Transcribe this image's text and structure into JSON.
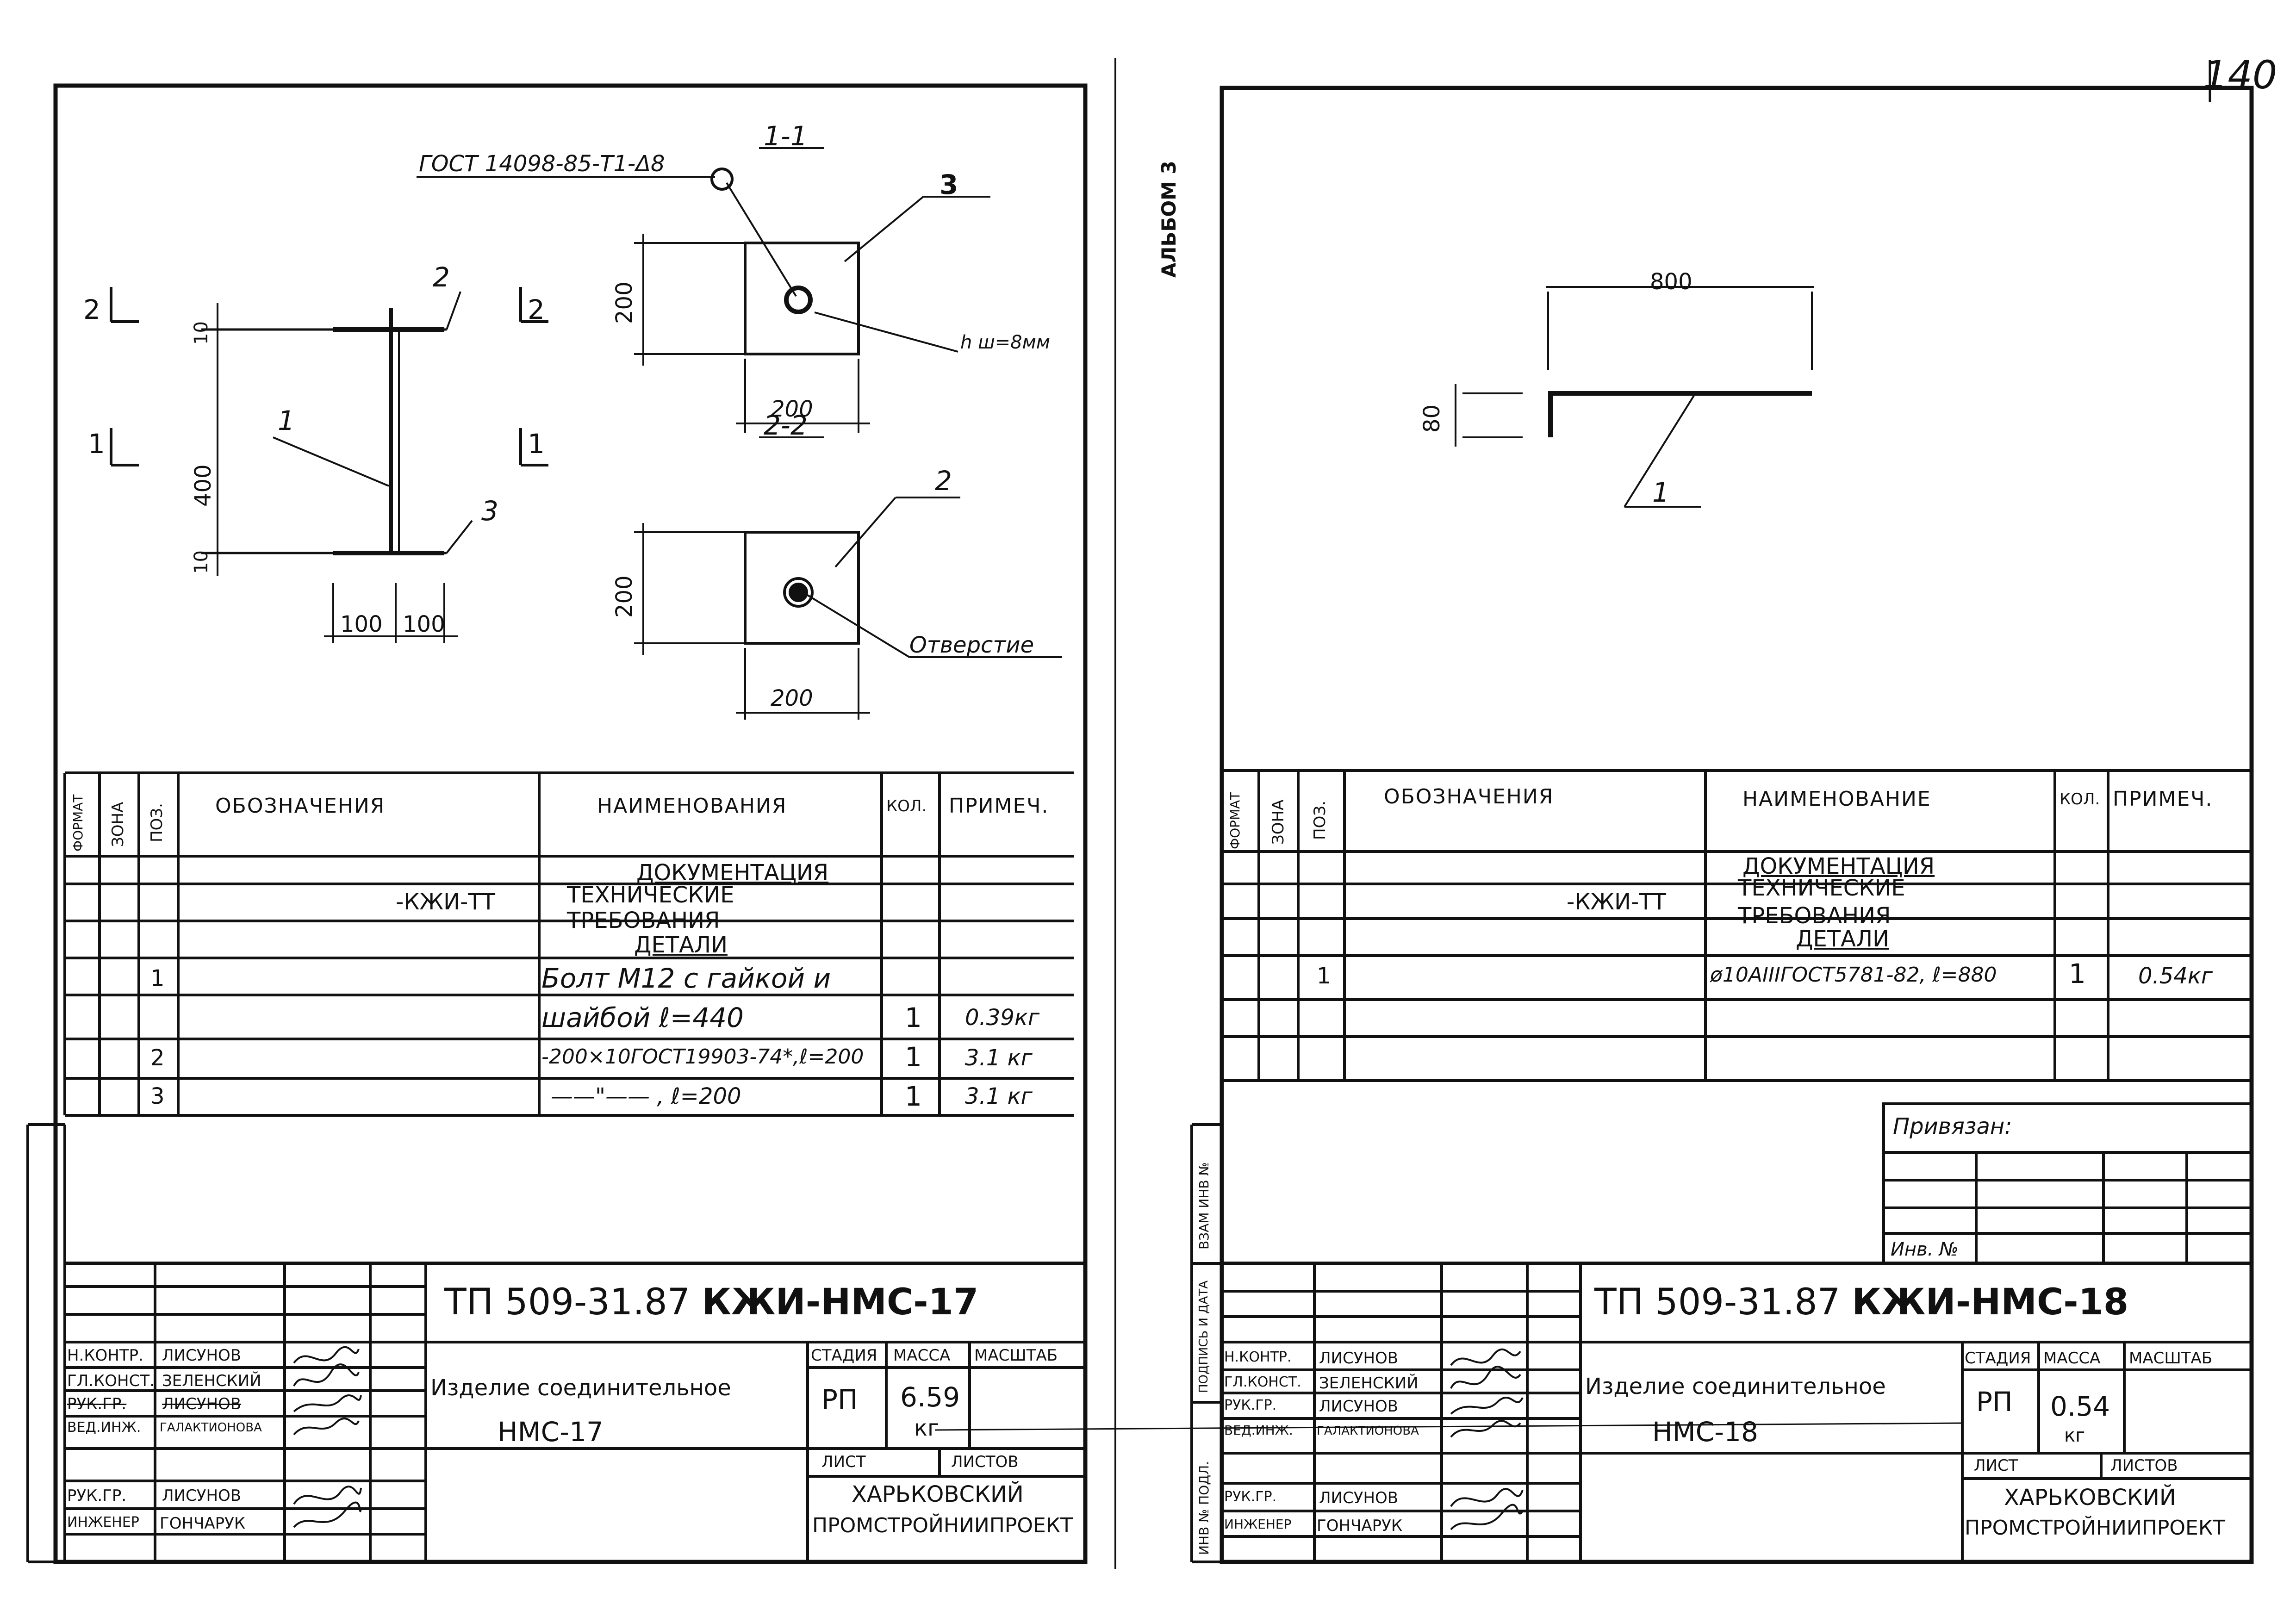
{
  "page_number": "140",
  "album_label": "АЛЬБОМ 3",
  "side_stamp": {
    "vzam": "ВЗАМ ИНВ №",
    "podpis": "ПОДПИСЬ И ДАТА",
    "inv": "ИНВ № ПОДЛ."
  },
  "left_sheet": {
    "drawing": {
      "gost_callout": "ГОСТ 14098-85-Т1-Δ8",
      "section_11": "1-1",
      "section_22": "2-2",
      "weld_note": "h ш=8мм",
      "hole_note": "Отверстие",
      "dims": {
        "plate_h1": "200",
        "plate_w1": "200",
        "plate_h2": "200",
        "plate_w2": "200",
        "height": "400",
        "top_t": "10",
        "bot_t": "10",
        "half1": "100",
        "half2": "100"
      },
      "pos_marks": {
        "p1": "1",
        "p2": "2",
        "p3": "3",
        "p2b": "2",
        "p3b": "3"
      },
      "cut_marks": {
        "c2l": "2",
        "c2r": "2",
        "c1l": "1",
        "c1r": "1"
      }
    },
    "spec": {
      "headers": {
        "format": "ФОРМАТ",
        "zone": "ЗОНА",
        "pos": "ПОЗ.",
        "designation": "ОБОЗНАЧЕНИЯ",
        "name": "НАИМЕНОВАНИЯ",
        "qty": "КОЛ.",
        "note": "ПРИМЕЧ."
      },
      "rows": [
        {
          "pos": "",
          "designation": "",
          "name": "ДОКУМЕНТАЦИЯ",
          "qty": "",
          "note": ""
        },
        {
          "pos": "",
          "designation": "-КЖИ-ТТ",
          "name": "ТЕХНИЧЕСКИЕ",
          "qty": "",
          "note": ""
        },
        {
          "pos": "",
          "designation": "",
          "name": "ТРЕБОВАНИЯ",
          "qty": "",
          "note": ""
        },
        {
          "pos": "",
          "designation": "",
          "name": "ДЕТАЛИ",
          "qty": "",
          "note": ""
        },
        {
          "pos": "1",
          "designation": "",
          "name": "Болт М12 с гайкой и",
          "qty": "",
          "note": ""
        },
        {
          "pos": "",
          "designation": "",
          "name": "шайбой      ℓ=440",
          "qty": "1",
          "note": "0.39кг"
        },
        {
          "pos": "2",
          "designation": "",
          "name": "-200×10ГОСТ19903-74*,ℓ=200",
          "qty": "1",
          "note": "3.1 кг"
        },
        {
          "pos": "3",
          "designation": "",
          "name": "——\"——  , ℓ=200",
          "qty": "1",
          "note": "3.1 кг"
        }
      ]
    },
    "title_block": {
      "code": "ТП 509-31.87",
      "code_bold": "КЖИ-НМС-17",
      "roles": [
        "Н.КОНТР.",
        "ГЛ.КОНСТ.",
        "РУК.ГР.",
        "ВЕД.ИНЖ.",
        "РУК.ГР.",
        "ИНЖЕНЕР"
      ],
      "names": [
        "ЛИСУНОВ",
        "ЗЕЛЕНСКИЙ",
        "ЛИСУНОВ",
        "ГАЛАКТИОНОВА",
        "ЛИСУНОВ",
        "ГОНЧАРУК"
      ],
      "product_line1": "Изделие соединительное",
      "product_line2": "НМС-17",
      "stage_label": "СТАДИЯ",
      "mass_label": "МАССА",
      "scale_label": "МАСШТАБ",
      "stage": "РП",
      "mass": "6.59",
      "mass_unit": "кг",
      "sheet_label": "ЛИСТ",
      "sheets_label": "ЛИСТОВ",
      "org1": "ХАРЬКОВСКИЙ",
      "org2": "ПРОМСТРОЙНИИПРОЕКТ"
    }
  },
  "right_sheet": {
    "drawing": {
      "dim_len": "800",
      "dim_h": "80",
      "pos": "1"
    },
    "spec": {
      "headers": {
        "format": "ФОРМАТ",
        "zone": "ЗОНА",
        "pos": "ПОЗ.",
        "designation": "ОБОЗНАЧЕНИЯ",
        "name": "НАИМЕНОВАНИЕ",
        "qty": "КОЛ.",
        "note": "ПРИМЕЧ."
      },
      "rows": [
        {
          "pos": "",
          "designation": "",
          "name": "ДОКУМЕНТАЦИЯ",
          "qty": "",
          "note": ""
        },
        {
          "pos": "",
          "designation": "-КЖИ-ТТ",
          "name": "ТЕХНИЧЕСКИЕ",
          "qty": "",
          "note": ""
        },
        {
          "pos": "",
          "designation": "",
          "name": "ТРЕБОВАНИЯ",
          "qty": "",
          "note": ""
        },
        {
          "pos": "",
          "designation": "",
          "name": "ДЕТАЛИ",
          "qty": "",
          "note": ""
        },
        {
          "pos": "1",
          "designation": "",
          "name": "ø10АIIIГОСТ5781-82, ℓ=880",
          "qty": "1",
          "note": "0.54кг"
        }
      ]
    },
    "privyazan": "Привязан:",
    "inv_no": "Инв. №",
    "title_block": {
      "code": "ТП 509-31.87",
      "code_bold": "КЖИ-НМС-18",
      "roles": [
        "Н.КОНТР.",
        "ГЛ.КОНСТ.",
        "РУК.ГР.",
        "ВЕД.ИНЖ.",
        "РУК.ГР.",
        "ИНЖЕНЕР"
      ],
      "names": [
        "ЛИСУНОВ",
        "ЗЕЛЕНСКИЙ",
        "ЛИСУНОВ",
        "ГАЛАКТИОНОВА",
        "ЛИСУНОВ",
        "ГОНЧАРУК"
      ],
      "product_line1": "Изделие соединительное",
      "product_line2": "НМС-18",
      "stage_label": "СТАДИЯ",
      "mass_label": "МАССА",
      "scale_label": "МАСШТАБ",
      "stage": "РП",
      "mass": "0.54",
      "mass_unit": "кг",
      "sheet_label": "ЛИСТ",
      "sheets_label": "ЛИСТОВ",
      "org1": "ХАРЬКОВСКИЙ",
      "org2": "ПРОМСТРОЙНИИПРОЕКТ"
    }
  }
}
